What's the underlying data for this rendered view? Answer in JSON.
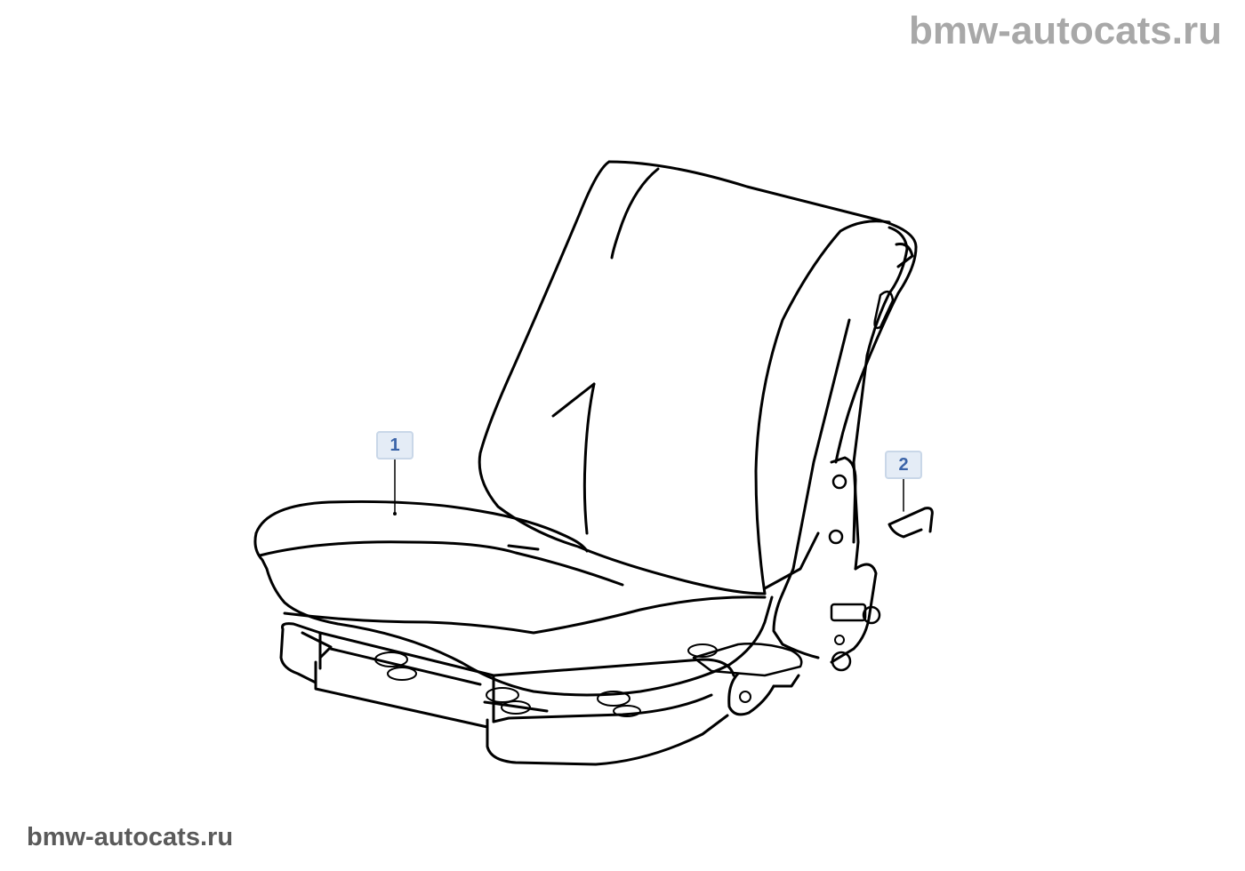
{
  "watermark": {
    "top_text": "bmw-autocats.ru",
    "bottom_text": "bmw-autocats.ru"
  },
  "callouts": [
    {
      "label": "1"
    },
    {
      "label": "2"
    }
  ],
  "colors": {
    "line": "#000000",
    "callout_text": "#3b64a8",
    "callout_bg": "#e4ecf6",
    "callout_border": "#c9d7e8",
    "watermark_top": "#a8a8a8",
    "watermark_bottom": "#5a5a5a"
  }
}
